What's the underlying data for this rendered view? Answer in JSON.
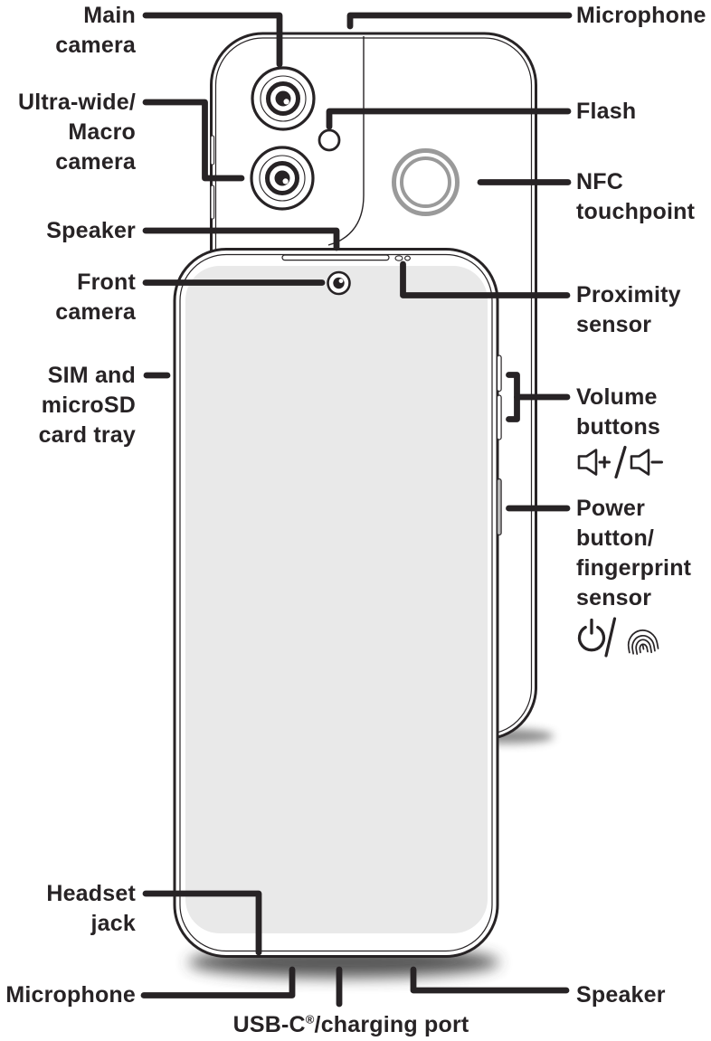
{
  "colors": {
    "ink": "#272325",
    "screen_fill": "#e9e9e9",
    "nfc_ring": "#9a9a9a",
    "power_button_fill": "#b9b9b9"
  },
  "labels": {
    "main_camera": [
      "Main",
      "camera"
    ],
    "ultra_wide": [
      "Ultra-wide/",
      "Macro",
      "camera"
    ],
    "speaker_top": [
      "Speaker"
    ],
    "front_camera": [
      "Front",
      "camera"
    ],
    "sim_tray": [
      "SIM and",
      "microSD",
      "card tray"
    ],
    "headset_jack": [
      "Headset",
      "jack"
    ],
    "microphone_bottom": [
      "Microphone"
    ],
    "microphone_top": [
      "Microphone"
    ],
    "flash": [
      "Flash"
    ],
    "nfc": [
      "NFC",
      "touchpoint"
    ],
    "proximity": [
      "Proximity",
      "sensor"
    ],
    "volume": [
      "Volume",
      "buttons"
    ],
    "power": [
      "Power",
      "button/",
      "fingerprint",
      "sensor"
    ],
    "speaker_bottom": [
      "Speaker"
    ],
    "usb": {
      "pre": "USB-C",
      "sup": "®",
      "post": "/charging port"
    }
  },
  "icons": {
    "volume_row": "volume-up-icon / volume-down-icon",
    "power_row": "power-icon / fingerprint-icon"
  }
}
